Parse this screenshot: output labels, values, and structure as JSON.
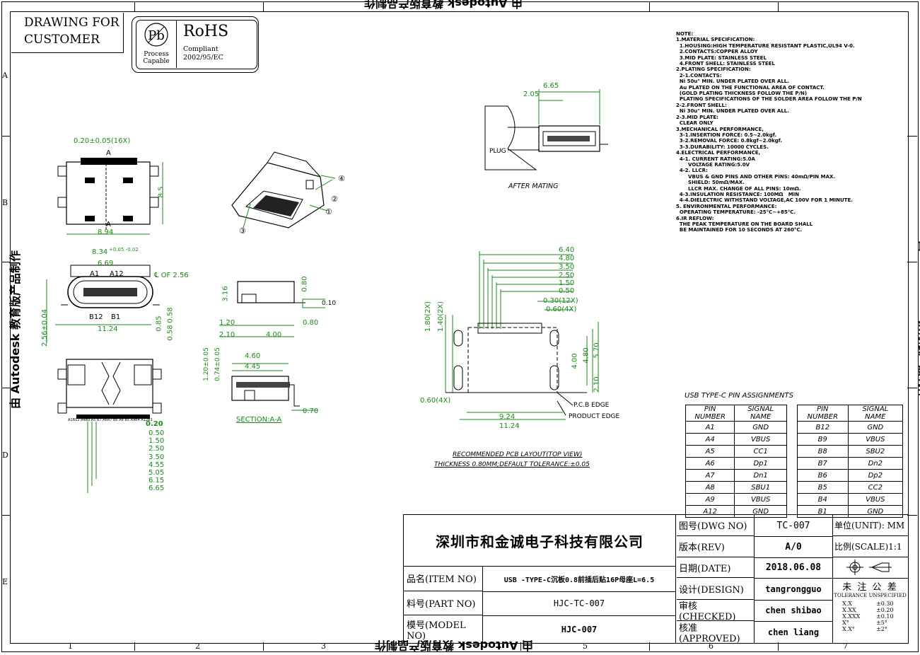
{
  "header": {
    "drawing_for": [
      "DRAWING FOR",
      "CUSTOMER"
    ],
    "pb_symbol": "Pb",
    "pb_caption": [
      "Process",
      "Capable"
    ],
    "rohs_title": "RoHS",
    "rohs_caption": [
      "Compliant",
      "2002/95/EC"
    ]
  },
  "zones": {
    "columns": [
      "1",
      "2",
      "3",
      "5",
      "6",
      "7"
    ],
    "rows": [
      "A",
      "B",
      "D",
      "E"
    ]
  },
  "watermark": {
    "text": "由 Autodesk 教育版产品制作"
  },
  "views": {
    "top_dims": [
      "0.20±0.05(16X)",
      "A",
      "A",
      "8.5",
      "8.94"
    ],
    "front_dims": [
      "8.34",
      "+0.05 -0.02",
      "6.69",
      "A1",
      "A12",
      "℄ OF 2.56",
      "B12",
      "B1",
      "11.24",
      "2.56±0.04",
      "0.85",
      "0.58",
      "0.58"
    ],
    "side_dims": [
      "3.16",
      "0.80",
      "0.10",
      "1.20",
      "0.80",
      "2.10",
      "4.00"
    ],
    "section_dims": [
      "4.60",
      "4.45",
      "1.20±0.05",
      "0.74±0.05",
      "0.70"
    ],
    "section_label": "SECTION:A-A",
    "bottom_pin_labels": "A1B12 A4B9 A5 B7 A6A7 B6 A8 B5 A9B4 A12B1",
    "bottom_dims": [
      "0.20",
      "0.50",
      "1.50",
      "2.50",
      "3.50",
      "4.55",
      "5.05",
      "6.15",
      "6.65"
    ],
    "iso_callouts": [
      "①",
      "②",
      "③",
      "④"
    ],
    "mating_dims": [
      "6.65",
      "2.05"
    ],
    "mating_plug": "PLUG",
    "mating_caption": "AFTER MATING",
    "pcb_dims_top": [
      "6.40",
      "4.80",
      "3.50",
      "2.50",
      "1.50",
      "0.50",
      "0.30(12X)",
      "0.60(4X)"
    ],
    "pcb_dims_left": [
      "1.80(2X)",
      "1.40(2X)"
    ],
    "pcb_dims_right": [
      "4.00",
      "4.80",
      "5.70",
      "2.10"
    ],
    "pcb_dims_bottom": [
      "0.60(4X)",
      "9.24",
      "11.24"
    ],
    "pcb_edge_labels": [
      "P.C.B EDGE",
      "PRODUCT EDGE"
    ],
    "pcb_caption": [
      "RECOMMENDED PCB LAYOUT(TOP VIEW)",
      "THICKNESS 0.80MM;DEFAULT TOLERANCE:±0.05"
    ]
  },
  "notes": [
    "NOTE:",
    "1.MATERIAL SPECIFICATION:",
    "  1.HOUSING:HIGH TEMPERATURE RESISTANT PLASTIC,UL94 V-0.",
    "  2.CONTACTS:COPPER ALLOY",
    "  3.MID PLATE: STAINLESS STEEL",
    "  4.FRONT SHELL: STAINLESS STEEL",
    "2.PLATING SPECIFICATION:",
    "  2-1.CONTACTS:",
    "  Ni 50u\" MIN. UNDER PLATED OVER ALL.",
    "  Au PLATED ON THE FUNCTIONAL AREA OF CONTACT.",
    "  (GOLD PLATING THICKNESS FOLLOW THE P/N)",
    "  PLATING SPECIFICATIONS OF THE SOLDER AREA FOLLOW THE P/N",
    "2-2.FRONT SHELL:",
    "  Ni 30u\" MIN. UNDER PLATED OVER ALL.",
    "2-3.MID PLATE:",
    "  CLEAR ONLY",
    "3.MECHANICAL PERFORMANCE,",
    "  3-1.INSERTION FORCE: 0.5~2.0kgf.",
    "  3-2.REMOVAL FORCE: 0.8kgf~2.0kgf.",
    "  3-3.DURABILITY: 10000 CYCLES.",
    "4.ELECTRICAL PERFORMANCE,",
    "  4-1. CURRENT RATING:5.0A",
    "       VOLTAGE RATING:5.0V",
    "  4-2. LLCR:",
    "       VBUS & GND PINS AND OTHER PINS: 40mΩ/PIN MAX.",
    "       SHIELD: 50mΩ/MAX.",
    "       LLCR MAX. CHANGE OF ALL PINS: 10mΩ.",
    "  4-3.INSULATION RESISTANCE: 100MΩ   MIN",
    "  4-4.DIELECTRIC WITHSTAND VOLTAGE,AC 100V FOR 1 MINUTE.",
    "5. ENVIRONMENTAL PERFORMANCE:",
    "  OPERATING TEMPERATURE: -25°C~+85°C.",
    "6.IR REFLOW:",
    "  THE PEAK TEMPERATURE ON THE BOARD SHALL",
    "  BE MAINTAINED FOR 10 SECONDS AT 260°C."
  ],
  "pin_assignments": {
    "title": "USB TYPE-C PIN ASSIGNMENTS",
    "headers": [
      "PIN NUMBER",
      "SIGNAL NAME",
      "PIN NUMBER",
      "SIGNAL NAME"
    ],
    "rows": [
      [
        "A1",
        "GND",
        "B12",
        "GND"
      ],
      [
        "A4",
        "VBUS",
        "B9",
        "VBUS"
      ],
      [
        "A5",
        "CC1",
        "B8",
        "SBU2"
      ],
      [
        "A6",
        "Dp1",
        "B7",
        "Dn2"
      ],
      [
        "A7",
        "Dn1",
        "B6",
        "Dp2"
      ],
      [
        "A8",
        "SBU1",
        "B5",
        "CC2"
      ],
      [
        "A9",
        "VBUS",
        "B4",
        "VBUS"
      ],
      [
        "A12",
        "GND",
        "B1",
        "GND"
      ]
    ]
  },
  "title_block": {
    "company": "深圳市和金诚电子科技有限公司",
    "item_label": "品名(ITEM NO)",
    "item_value": "USB -TYPE-C沉板0.8前插后贴16P母座L=6.5",
    "part_label": "料号(PART NO)",
    "part_value": "HJC-TC-007",
    "model_label": "模号(MODEL NO)",
    "model_value": "HJC-007",
    "dwg_label": "图号(DWG NO)",
    "dwg_value": "TC-007",
    "unit_label": "单位(UNIT): MM",
    "rev_label": "版本(REV)",
    "rev_value": "A/0",
    "scale_label": "比例(SCALE)1:1",
    "date_label": "日期(DATE)",
    "date_value": "2018.06.08",
    "design_label": "设计(DESIGN)",
    "design_value": "tangrongguo",
    "checked_label": "审核(CHECKED)",
    "checked_value": "chen shibao",
    "approved_label": "核准(APPROVED)",
    "approved_value": "chen liang",
    "tolerance_title": "未 注 公 差",
    "tolerance_sub": "TOLERANCE UNSPECIFIED",
    "tolerances": [
      [
        "X.X",
        "±0.30"
      ],
      [
        "X.XX",
        "±0.20"
      ],
      [
        "X.XXX",
        "±0.10"
      ],
      [
        "X°",
        "±5°"
      ],
      [
        "X.X°",
        "±2°"
      ]
    ]
  }
}
